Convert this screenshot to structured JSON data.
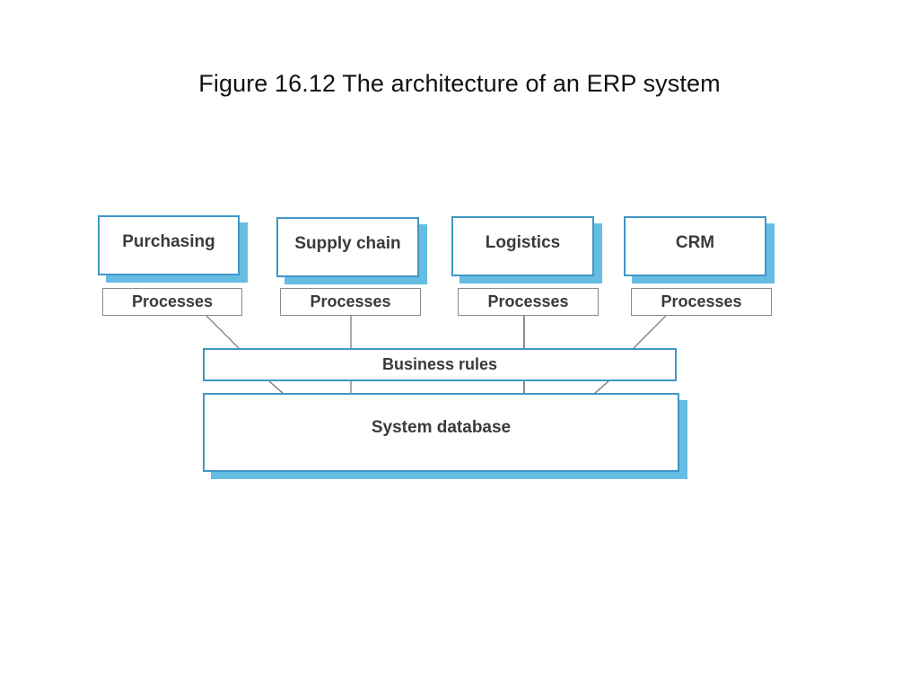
{
  "title": "Figure 16.12  The architecture of an ERP system",
  "modules": [
    {
      "label": "Purchasing",
      "process": "Processes"
    },
    {
      "label": "Supply chain",
      "process": "Processes"
    },
    {
      "label": "Logistics",
      "process": "Processes"
    },
    {
      "label": "CRM",
      "process": "Processes"
    }
  ],
  "business_rules": "Business rules",
  "system_database": "System database",
  "colors": {
    "box_border": "#3f97c6",
    "box_shadow": "#66bde3",
    "process_border": "#8a8a8a",
    "connector": "#8a8a8a"
  }
}
